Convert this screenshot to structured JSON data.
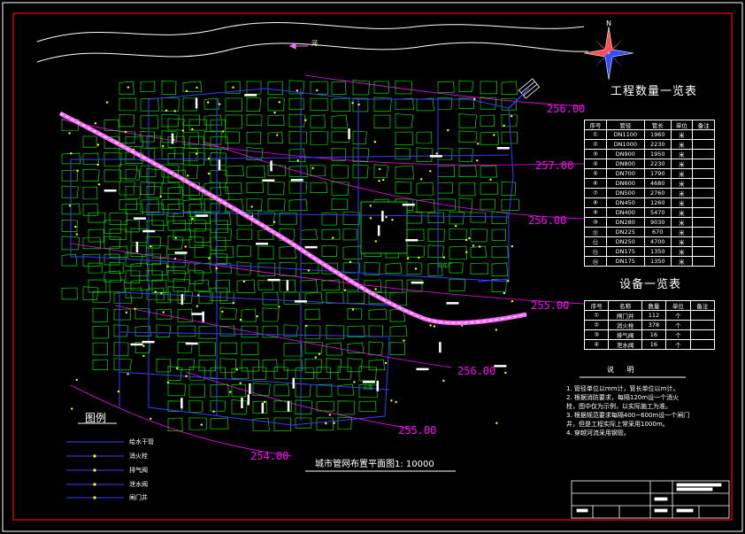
{
  "river": {
    "label": "河"
  },
  "north": {
    "label": "N"
  },
  "plan_title": "城市管网布置平面图1: 10000",
  "legend": {
    "title": "图例",
    "items": [
      {
        "label": "给水干管",
        "color": "#3b3bff"
      },
      {
        "label": "消火栓",
        "color": "#ffff00"
      },
      {
        "label": "排气阀",
        "color": "#ffff00"
      },
      {
        "label": "泄水阀",
        "color": "#ffff00"
      },
      {
        "label": "闸门井",
        "color": "#ffff00"
      }
    ]
  },
  "contours": [
    "256.00",
    "257.00",
    "256.00",
    "255.00",
    "256.00",
    "255.00",
    "254.00"
  ],
  "sites": [
    "火车厂",
    "火车"
  ],
  "quantity_table": {
    "title": "工程数量一览表",
    "headers": [
      "序号",
      "管径",
      "管长",
      "单位",
      "备注"
    ],
    "rows": [
      [
        "①",
        "DN1100",
        "1960",
        "米",
        ""
      ],
      [
        "②",
        "DN1000",
        "2230",
        "米",
        ""
      ],
      [
        "③",
        "DN900",
        "1950",
        "米",
        ""
      ],
      [
        "④",
        "DN800",
        "2230",
        "米",
        ""
      ],
      [
        "⑤",
        "DN700",
        "1790",
        "米",
        ""
      ],
      [
        "⑥",
        "DN600",
        "4680",
        "米",
        ""
      ],
      [
        "⑦",
        "DN500",
        "2760",
        "米",
        ""
      ],
      [
        "⑧",
        "DN450",
        "1260",
        "米",
        ""
      ],
      [
        "⑨",
        "DN400",
        "5470",
        "米",
        ""
      ],
      [
        "⑩",
        "DN280",
        "9030",
        "米",
        ""
      ],
      [
        "⑪",
        "DN225",
        "670",
        "米",
        ""
      ],
      [
        "⑫",
        "DN250",
        "4700",
        "米",
        ""
      ],
      [
        "⑬",
        "DN175",
        "1350",
        "米",
        ""
      ],
      [
        "⑭",
        "DN175",
        "1350",
        "米",
        ""
      ]
    ]
  },
  "equipment_table": {
    "title": "设备一览表",
    "headers": [
      "序号",
      "名称",
      "数量",
      "单位",
      "备注"
    ],
    "rows": [
      [
        "①",
        "闸门井",
        "112",
        "个",
        ""
      ],
      [
        "②",
        "消火栓",
        "378",
        "个",
        ""
      ],
      [
        "③",
        "排气阀",
        "16",
        "个",
        ""
      ],
      [
        "④",
        "泄水阀",
        "16",
        "个",
        ""
      ]
    ]
  },
  "notes": {
    "title": "说  明",
    "items": [
      "1. 管径单位以mm计，管长单位以m计。",
      "2. 根据消防要求，每隔120m设一个消火",
      "   栓，图中仅为示例，以实际施工为准。",
      "3. 根据规范要求每隔400~600m设一个闸门",
      "   井，但是工程实际上常采用1000m。",
      "4. 穿越河流采用钢管。"
    ]
  },
  "colors": {
    "frame": "#ff0000",
    "blocks": "#00ff00",
    "pipes": "#3b3bff",
    "contours": "#ff00ff",
    "rail": "#ff66ff"
  }
}
